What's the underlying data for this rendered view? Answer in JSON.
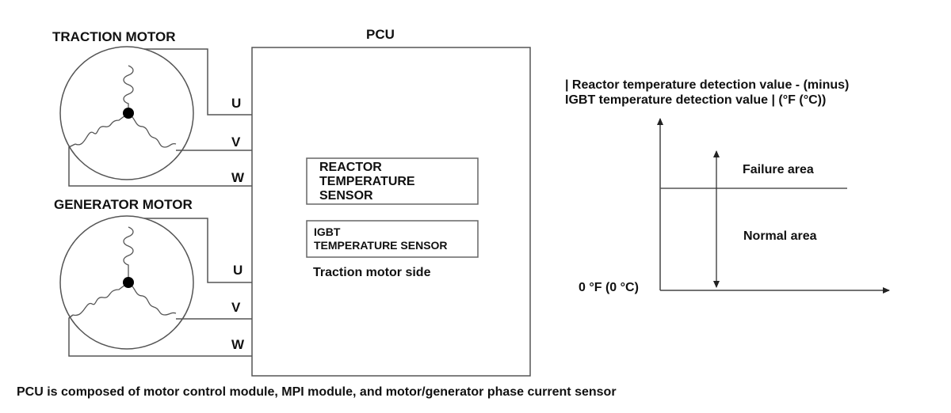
{
  "diagram": {
    "traction_motor_label": "TRACTION MOTOR",
    "generator_motor_label": "GENERATOR MOTOR",
    "pcu_label": "PCU",
    "traction_phases": [
      "U",
      "V",
      "W"
    ],
    "generator_phases": [
      "U",
      "V",
      "W"
    ],
    "reactor_sensor_label": [
      "REACTOR",
      "TEMPERATURE",
      "SENSOR"
    ],
    "igbt_sensor_label": [
      "IGBT",
      "TEMPERATURE SENSOR"
    ],
    "traction_side_label": "Traction motor side",
    "footer_text": "PCU is composed of motor control module, MPI module, and motor/generator phase current sensor"
  },
  "graph": {
    "y_axis_title_lines": [
      "| Reactor temperature detection value - (minus)",
      "IGBT temperature detection value | (°F (°C))"
    ],
    "origin_label": "0 °F (0 °C)",
    "failure_area_label": "Failure area",
    "normal_area_label": "Normal area"
  }
}
